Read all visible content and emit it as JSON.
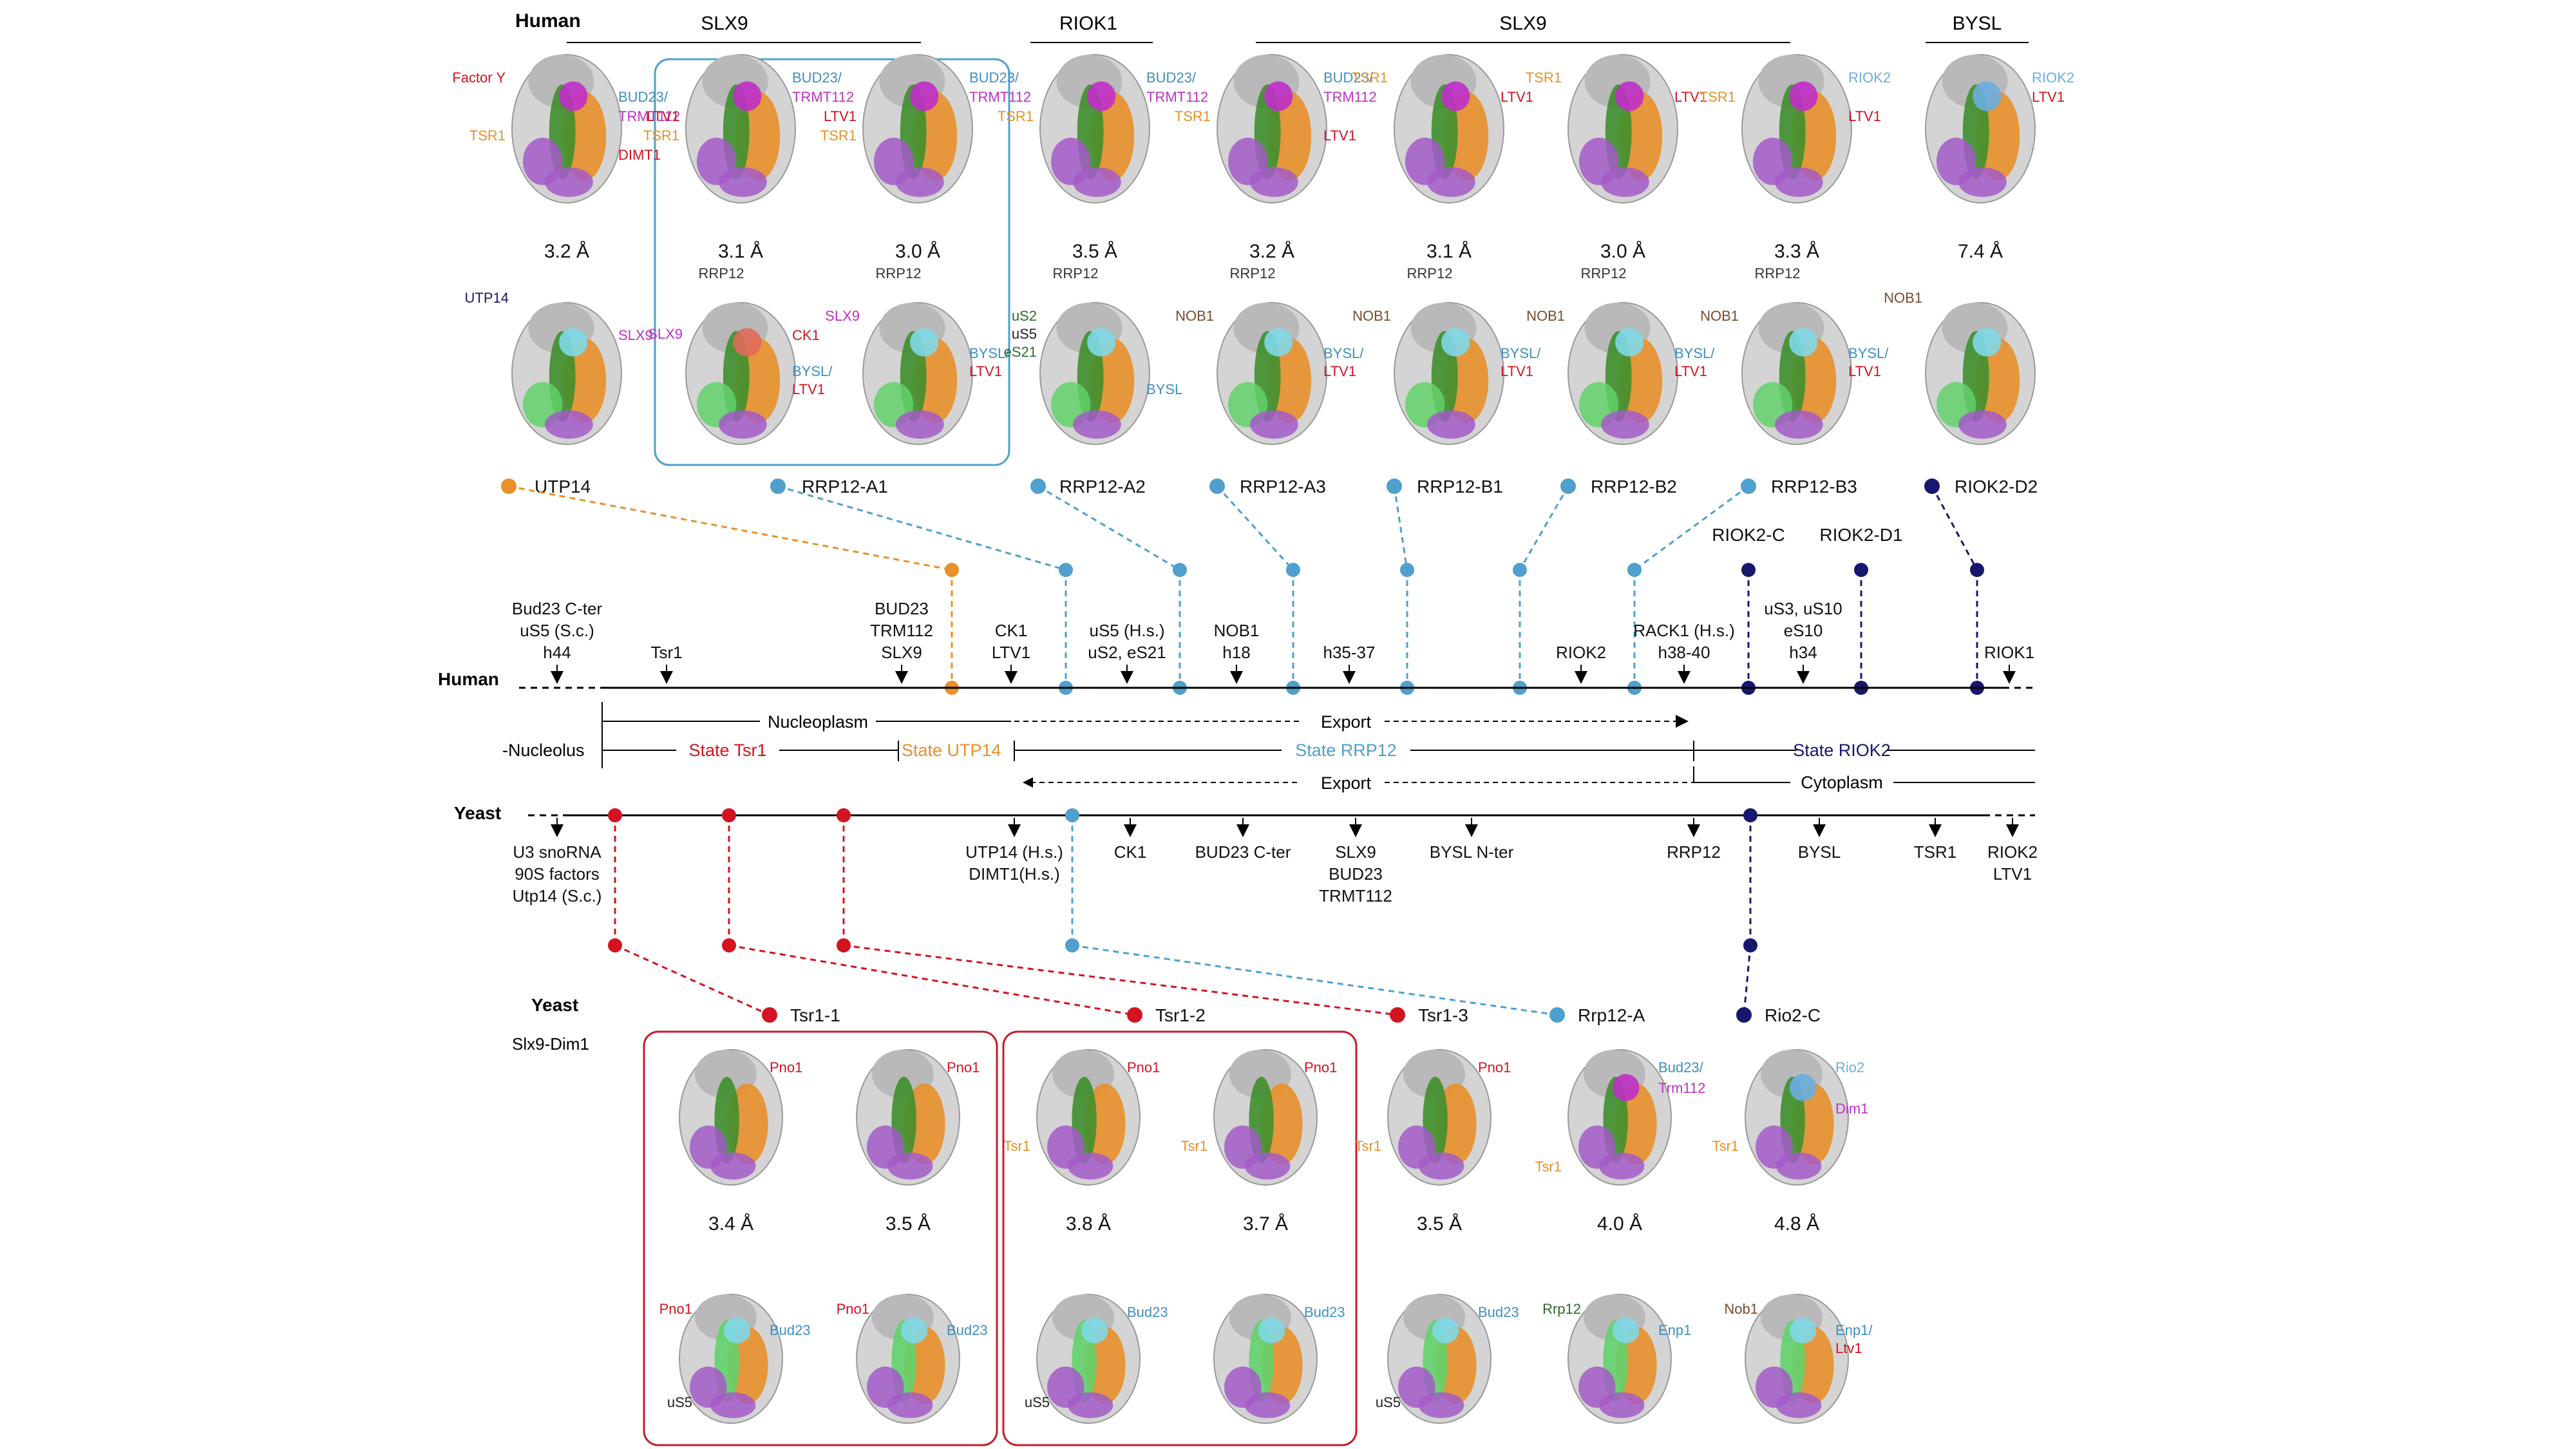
{
  "colors": {
    "orange": "#e8902a",
    "light_blue": "#4fa0cc",
    "navy": "#17176e",
    "red": "#d3131f",
    "magenta": "#c02fc8",
    "green": "#3f8f2e",
    "purple": "#a35ac8",
    "gray": "#bdbdbd",
    "brown": "#7a4a2a",
    "dark_green": "#2f6a2a",
    "blue_label": "#3f8fc0",
    "light_blue_label": "#6aaee0"
  },
  "group_labels": {
    "human": "Human",
    "slx9_left": "SLX9",
    "riok1": "RIOK1",
    "slx9_right": "SLX9",
    "bysl": "BYSL",
    "yeast": "Yeast",
    "slx9_dim1": "Slx9-Dim1"
  },
  "human_structures": [
    {
      "state": "UTP14",
      "resolution": "3.2 Å",
      "top_labels": [
        "Factor Y",
        "BUD23/",
        "TRMT112",
        "TSR1",
        "DIMT1"
      ],
      "bottom_labels": [
        "UTP14",
        "SLX9"
      ]
    },
    {
      "state": "RRP12-A1",
      "resolution": "3.1 Å",
      "top_labels": [
        "BUD23/",
        "TRMT112",
        "LTV1",
        "TSR1"
      ],
      "bottom_labels": [
        "RRP12",
        "CK1",
        "SLX9",
        "BYSL/",
        "LTV1"
      ]
    },
    {
      "state": "",
      "resolution": "3.0 Å",
      "top_labels": [
        "BUD23/",
        "TRMT112",
        "LTV1",
        "TSR1"
      ],
      "bottom_labels": [
        "RRP12",
        "SLX9",
        "BYSL/",
        "LTV1"
      ]
    },
    {
      "state": "RRP12-A2",
      "resolution": "3.5 Å",
      "top_labels": [
        "BUD23/",
        "TRMT112",
        "TSR1"
      ],
      "bottom_labels": [
        "RRP12",
        "uS2",
        "uS5",
        "eS21",
        "BYSL"
      ]
    },
    {
      "state": "RRP12-A3",
      "resolution": "3.2 Å",
      "top_labels": [
        "BUD23/",
        "TRM112",
        "TSR1",
        "LTV1"
      ],
      "bottom_labels": [
        "RRP12",
        "NOB1",
        "BYSL/",
        "LTV1"
      ]
    },
    {
      "state": "RRP12-B1",
      "resolution": "3.1 Å",
      "top_labels": [
        "TSR1",
        "LTV1"
      ],
      "bottom_labels": [
        "RRP12",
        "NOB1",
        "BYSL/",
        "LTV1"
      ]
    },
    {
      "state": "RRP12-B2",
      "resolution": "3.0 Å",
      "top_labels": [
        "TSR1",
        "LTV1"
      ],
      "bottom_labels": [
        "RRP12",
        "NOB1",
        "BYSL/",
        "LTV1"
      ]
    },
    {
      "state": "RRP12-B3",
      "resolution": "3.3 Å",
      "top_labels": [
        "RIOK2",
        "TSR1",
        "LTV1"
      ],
      "bottom_labels": [
        "RRP12",
        "NOB1",
        "BYSL/",
        "LTV1"
      ]
    },
    {
      "state": "RIOK2-D2",
      "resolution": "7.4 Å",
      "top_labels": [
        "RIOK2",
        "LTV1"
      ],
      "bottom_labels": [
        "NOB1"
      ]
    }
  ],
  "timeline_states_human_extra": [
    "RIOK2-C",
    "RIOK2-D1"
  ],
  "human_events": [
    {
      "lines": [
        "Bud23 C-ter",
        "uS5 (S.c.)",
        "h44"
      ]
    },
    {
      "lines": [
        "Tsr1"
      ]
    },
    {
      "lines": [
        "BUD23",
        "TRM112",
        "SLX9"
      ]
    },
    {
      "lines": [
        "CK1",
        "LTV1"
      ]
    },
    {
      "lines": [
        "uS5 (H.s.)",
        "uS2, eS21"
      ]
    },
    {
      "lines": [
        "NOB1",
        "h18"
      ]
    },
    {
      "lines": [
        "h35-37"
      ]
    },
    {
      "lines": [
        "RIOK2"
      ]
    },
    {
      "lines": [
        "RACK1 (H.s.)",
        "h38-40"
      ]
    },
    {
      "lines": [
        "uS3, uS10",
        "eS10",
        "h34"
      ]
    },
    {
      "lines": [
        "RIOK1"
      ]
    }
  ],
  "middle": {
    "nucleoplasm": "Nucleoplasm",
    "export": "Export",
    "nucleolus": "-Nucleolus",
    "state_tsr1": "State Tsr1",
    "state_utp14": "State UTP14",
    "state_rrp12": "State RRP12",
    "state_riok2": "State RIOK2",
    "cytoplasm": "Cytoplasm"
  },
  "yeast_events": [
    {
      "lines": [
        "U3 snoRNA",
        "90S factors",
        "Utp14 (S.c.)"
      ]
    },
    {
      "lines": [
        "UTP14 (H.s.)",
        "DIMT1(H.s.)"
      ]
    },
    {
      "lines": [
        "CK1"
      ]
    },
    {
      "lines": [
        "BUD23 C-ter"
      ]
    },
    {
      "lines": [
        "SLX9",
        "BUD23",
        "TRMT112"
      ]
    },
    {
      "lines": [
        "BYSL N-ter"
      ]
    },
    {
      "lines": [
        "RRP12"
      ]
    },
    {
      "lines": [
        "BYSL"
      ]
    },
    {
      "lines": [
        "TSR1"
      ]
    },
    {
      "lines": [
        "RIOK2",
        "LTV1"
      ]
    }
  ],
  "yeast_states": [
    "Tsr1-1",
    "Tsr1-2",
    "Tsr1-3",
    "Rrp12-A",
    "Rio2-C"
  ],
  "yeast_structures": [
    {
      "resolution": "3.4 Å",
      "top_labels": [
        "Pno1"
      ],
      "bottom_labels": [
        "Pno1",
        "Bud23",
        "uS5"
      ]
    },
    {
      "resolution": "3.5 Å",
      "top_labels": [
        "Pno1"
      ],
      "bottom_labels": [
        "Pno1",
        "Bud23"
      ]
    },
    {
      "resolution": "3.8 Å",
      "top_labels": [
        "Pno1",
        "Tsr1"
      ],
      "bottom_labels": [
        "Bud23",
        "uS5"
      ]
    },
    {
      "resolution": "3.7 Å",
      "top_labels": [
        "Pno1",
        "Tsr1"
      ],
      "bottom_labels": [
        "Bud23"
      ]
    },
    {
      "resolution": "3.5 Å",
      "top_labels": [
        "Pno1",
        "Tsr1"
      ],
      "bottom_labels": [
        "Bud23",
        "uS5"
      ]
    },
    {
      "resolution": "4.0 Å",
      "top_labels": [
        "Bud23/",
        "Trm112",
        "Tsr1"
      ],
      "bottom_labels": [
        "Rrp12",
        "Enp1"
      ]
    },
    {
      "resolution": "4.8 Å",
      "top_labels": [
        "Rio2",
        "Tsr1",
        "Dim1"
      ],
      "bottom_labels": [
        "Nob1",
        "Enp1/",
        "Ltv1"
      ]
    }
  ]
}
